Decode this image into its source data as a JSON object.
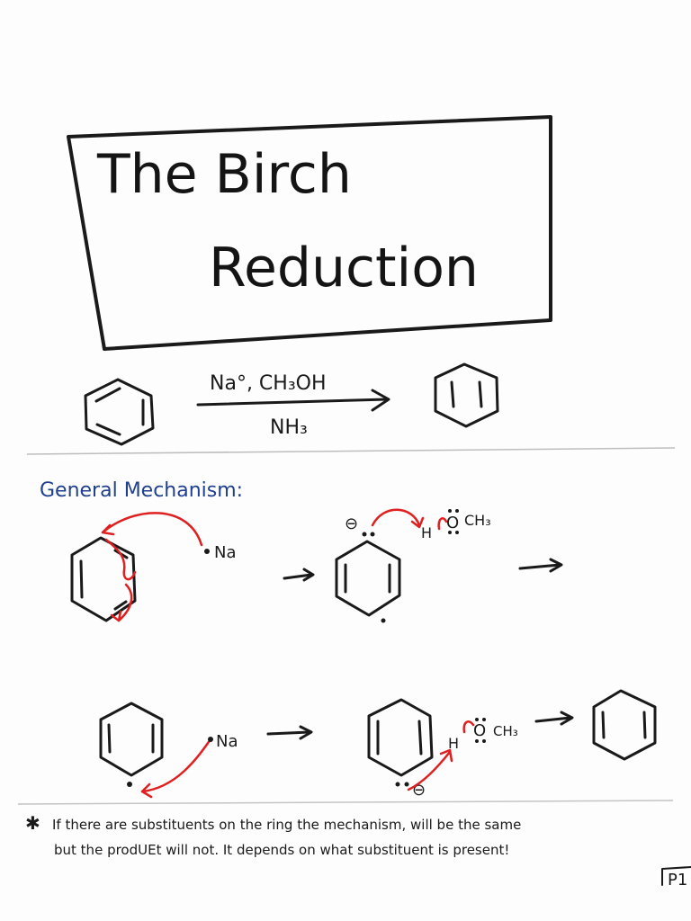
{
  "title": {
    "line1": "The Birch",
    "line2": "Reduction"
  },
  "reaction": {
    "reagents_top": "Na°, CH₃OH",
    "reagents_bottom": "NH₃"
  },
  "mechanism": {
    "heading": "General Mechanism:",
    "step1": {
      "reagent": "Na"
    },
    "step2": {
      "charge": "⊖",
      "h": "H",
      "o": "O",
      "methyl": "CH₃"
    },
    "step3": {
      "reagent": "Na"
    },
    "step4": {
      "h": "H",
      "o": "O",
      "methyl": "CH₃",
      "charge": "⊖"
    }
  },
  "footnote": {
    "star": "✱",
    "line1": "If there are substituents on the ring the mechanism, will be the same",
    "line2": "but the prodUEt will not. It depends on what substituent is present!"
  },
  "page_marker": "P1",
  "colors": {
    "ink": "#1a1a1a",
    "arrow_red": "#e02020",
    "heading_blue": "#1f3f8f"
  }
}
